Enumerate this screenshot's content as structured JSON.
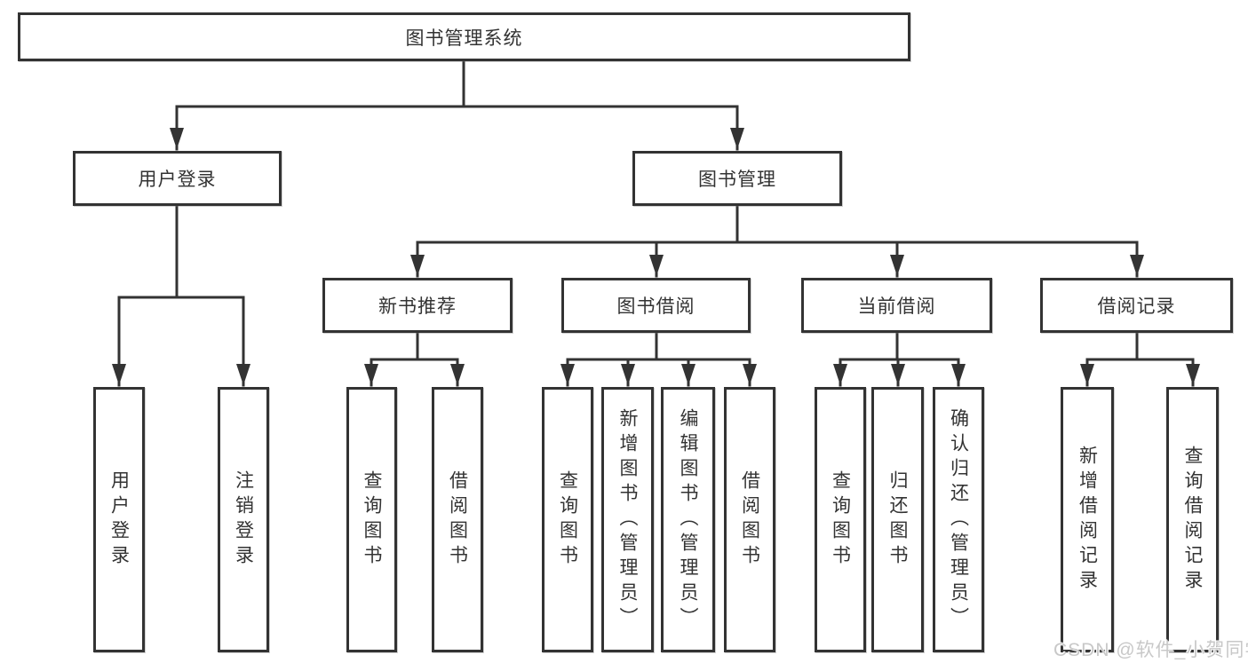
{
  "diagram": {
    "root": {
      "label": "图书管理系统"
    },
    "level2": [
      {
        "label": "用户登录"
      },
      {
        "label": "图书管理"
      }
    ],
    "level3": [
      {
        "label": "新书推荐"
      },
      {
        "label": "图书借阅"
      },
      {
        "label": "当前借阅"
      },
      {
        "label": "借阅记录"
      }
    ],
    "leaves": [
      {
        "label": "用户登录"
      },
      {
        "label": "注销登录"
      },
      {
        "label": "查询图书"
      },
      {
        "label": "借阅图书"
      },
      {
        "label": "查询图书"
      },
      {
        "label": "新增图书（管理员）"
      },
      {
        "label": "编辑图书（管理员）"
      },
      {
        "label": "借阅图书"
      },
      {
        "label": "查询图书"
      },
      {
        "label": "归还图书"
      },
      {
        "label": "确认归还（管理员）"
      },
      {
        "label": "新增借阅记录"
      },
      {
        "label": "查询借阅记录"
      }
    ],
    "watermark": "CSDN @软件_小贺同学",
    "colors": {
      "line": "#333333",
      "text": "#333333",
      "box_fill": "#ffffff",
      "background": "#ffffff",
      "watermark": "#c8c8c8"
    }
  }
}
